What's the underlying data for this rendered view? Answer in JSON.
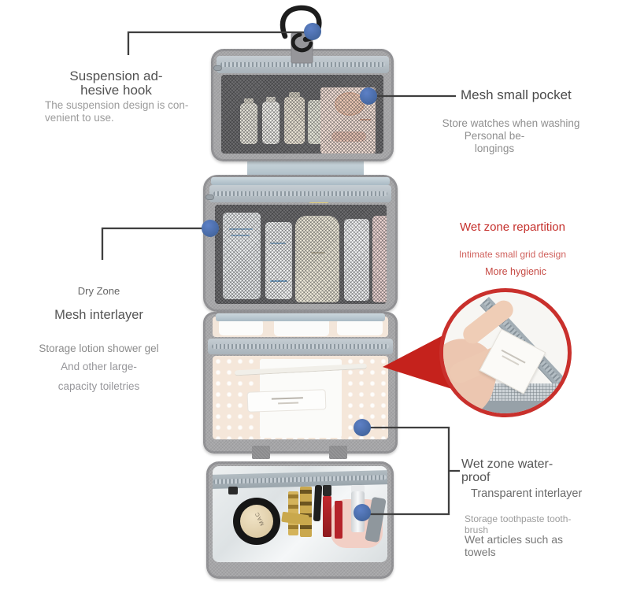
{
  "annotations": {
    "suspension_hook": {
      "title_line1": "Suspension ad-",
      "title_line2": "hesive hook",
      "desc_line1": "The suspension design is con-",
      "desc_line2": "venient to use."
    },
    "mesh_small_pocket": {
      "title": "Mesh small pocket",
      "desc1": "Store watches when washing",
      "desc2_line1": "Personal be-",
      "desc2_line2": "longings"
    },
    "wet_zone_repartition": {
      "title": "Wet zone repartition",
      "sub1": "Intimate small grid design",
      "sub2": "More hygienic"
    },
    "dry_zone": {
      "label": "Dry Zone",
      "title": "Mesh interlayer",
      "desc1": "Storage lotion shower gel",
      "desc2": "And other large-",
      "desc3": "capacity toiletries"
    },
    "wet_zone_waterproof": {
      "title_line1": "Wet zone water-",
      "title_line2": "proof",
      "sub": "Transparent interlayer",
      "desc1_line1": "Storage toothpaste tooth-",
      "desc1_line2": "brush",
      "desc2_line1": "Wet articles such as",
      "desc2_line2": "towels"
    }
  },
  "product": {
    "compact_brand": "MAC"
  },
  "colors": {
    "marker_blue": "#4a6db8",
    "callout_line": "#3f3f3f",
    "accent_red": "#c5302c",
    "red_subtext": "#d0625e",
    "heading_gray": "#545454",
    "body_gray": "#8f8f8f",
    "bag_fabric": "#a6a6a8",
    "zipper_band": "#b4bec5"
  }
}
